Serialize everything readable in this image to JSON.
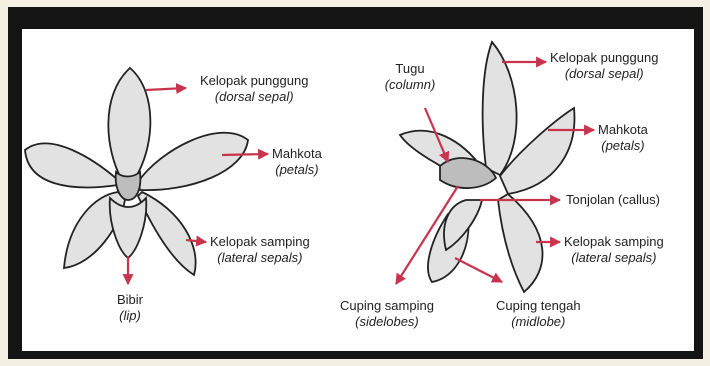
{
  "colors": {
    "arrow": "#c8344d",
    "petal_fill": "#e2e2e2",
    "outline": "#222222",
    "frame": "#141414",
    "panel": "#ffffff"
  },
  "diagram": {
    "left_flower": {
      "labels": [
        {
          "id": "dorsal",
          "text": "Kelopak punggung",
          "sub": "(dorsal sepal)"
        },
        {
          "id": "petals",
          "text": "Mahkota",
          "sub": "(petals)"
        },
        {
          "id": "lateral",
          "text": "Kelopak samping",
          "sub": "(lateral sepals)"
        },
        {
          "id": "lip",
          "text": "Bibir",
          "sub": "(lip)"
        }
      ]
    },
    "right_flower": {
      "labels": [
        {
          "id": "column",
          "text": "Tugu",
          "sub": "(column)"
        },
        {
          "id": "dorsal",
          "text": "Kelopak punggung",
          "sub": "(dorsal sepal)"
        },
        {
          "id": "petals",
          "text": "Mahkota",
          "sub": "(petals)"
        },
        {
          "id": "callus",
          "text": "Tonjolan (callus)",
          "sub": ""
        },
        {
          "id": "lateral",
          "text": "Kelopak samping",
          "sub": "(lateral sepals)"
        },
        {
          "id": "sidelobes",
          "text": "Cuping samping",
          "sub": "(sidelobes)"
        },
        {
          "id": "midlobe",
          "text": "Cuping tengah",
          "sub": "(midlobe)"
        }
      ]
    }
  }
}
